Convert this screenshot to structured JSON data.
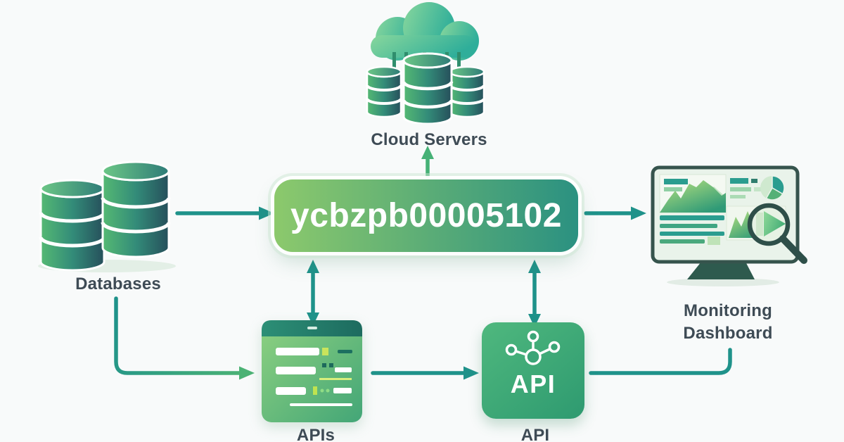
{
  "diagram": {
    "nodes": {
      "databases": {
        "label": "Databases"
      },
      "cloud_servers": {
        "label": "Cloud Servers"
      },
      "device_id_box": {
        "text": "ycbzpb00005102"
      },
      "monitoring_dashboard": {
        "label_line1": "Monitoring",
        "label_line2": "Dashboard"
      },
      "apis_window": {
        "label": "APIs"
      },
      "api_service": {
        "label": "API",
        "badge": "API"
      }
    },
    "edges": [
      {
        "from": "databases",
        "to": "device_id_box",
        "style": "arrow"
      },
      {
        "from": "device_id_box",
        "to": "cloud_servers",
        "style": "arrow-up"
      },
      {
        "from": "device_id_box",
        "to": "monitoring_dashboard",
        "style": "arrow"
      },
      {
        "from": "device_id_box",
        "to": "apis_window",
        "style": "double-arrow"
      },
      {
        "from": "device_id_box",
        "to": "api_service",
        "style": "double-arrow"
      },
      {
        "from": "databases",
        "to": "apis_window",
        "style": "elbow-arrow"
      },
      {
        "from": "apis_window",
        "to": "api_service",
        "style": "arrow"
      },
      {
        "from": "api_service",
        "to": "monitoring_dashboard",
        "style": "elbow-line"
      }
    ],
    "colors": {
      "background": "#f8fafa",
      "arrow_teal": "#1f928a",
      "arrow_green": "#4bb274",
      "label_text": "#3e4b55",
      "box_gradient_start": "#8cc96c",
      "box_gradient_end": "#2b9181"
    }
  }
}
